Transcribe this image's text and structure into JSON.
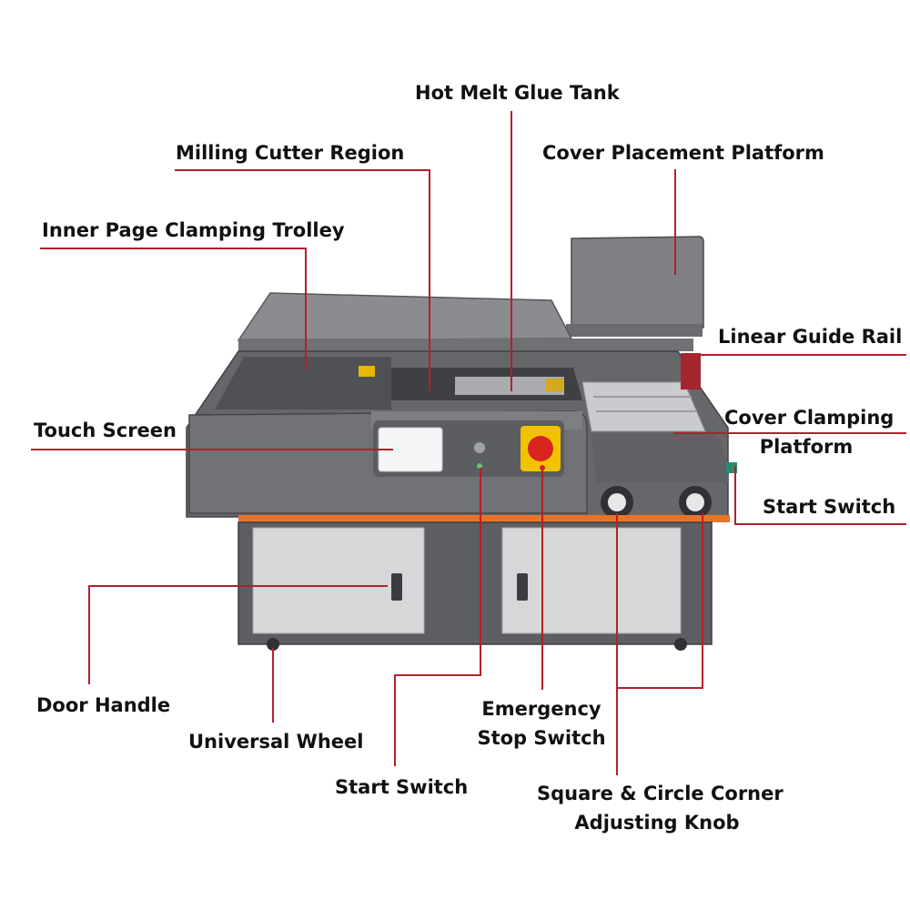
{
  "colors": {
    "leader_line": "#b3202a",
    "body_dark": "#5b5d61",
    "body_mid": "#6e7074",
    "top_tray": "#7d7f83",
    "door_panel": "#d6d7d9",
    "accent_stripe": "#e8742a",
    "estop_yellow": "#f2c200",
    "estop_red": "#d8231f",
    "screen": "#f4f5f6"
  },
  "labels": {
    "hot_melt_glue_tank": "Hot Melt Glue Tank",
    "milling_cutter_region": "Milling Cutter Region",
    "cover_placement_platform": "Cover Placement Platform",
    "inner_page_clamping_trolley": "Inner Page Clamping Trolley",
    "linear_guide_rail": "Linear Guide Rail",
    "touch_screen": "Touch Screen",
    "cover_clamping_platform_line1": "Cover Clamping",
    "cover_clamping_platform_line2": "Platform",
    "start_switch_right": "Start Switch",
    "door_handle": "Door Handle",
    "universal_wheel": "Universal Wheel",
    "emergency_stop_line1": "Emergency",
    "emergency_stop_line2": "Stop Switch",
    "start_switch_bottom": "Start Switch",
    "corner_knob_line1": "Square & Circle Corner",
    "corner_knob_line2": "Adjusting Knob"
  }
}
